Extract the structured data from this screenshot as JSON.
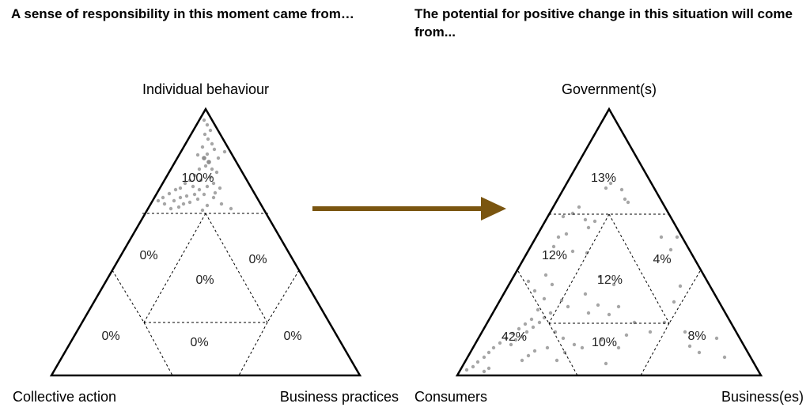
{
  "left": {
    "heading": "A sense of responsibility in this moment came from…",
    "corners": {
      "top": "Individual behaviour",
      "bottom_left": "Collective action",
      "bottom_right": "Business practices"
    },
    "regions": {
      "top": "100%",
      "mid_left": "0%",
      "mid_right": "0%",
      "center": "0%",
      "bottom_left": "0%",
      "bottom_center": "0%",
      "bottom_right": "0%"
    }
  },
  "right": {
    "heading": "The potential for positive change in this situation will come from...",
    "corners": {
      "top": "Government(s)",
      "bottom_left": "Consumers",
      "bottom_right": "Business(es)"
    },
    "regions": {
      "top": "13%",
      "mid_left": "12%",
      "mid_right": "4%",
      "center": "12%",
      "bottom_left": "42%",
      "bottom_center": "10%",
      "bottom_right": "8%"
    }
  },
  "colors": {
    "arrow": "#7a5510",
    "points": "#888888",
    "lines": "#000000"
  }
}
